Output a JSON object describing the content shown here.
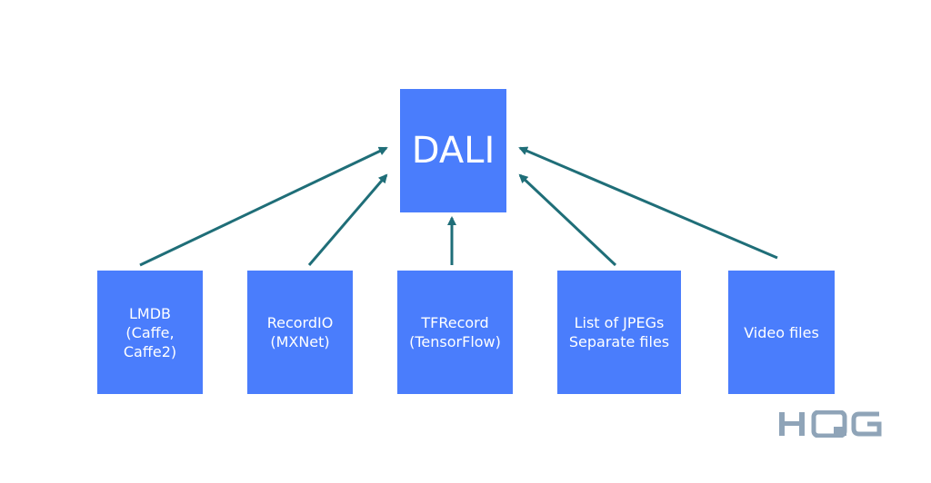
{
  "colors": {
    "box_fill": "#4a7dfc",
    "box_text": "#ffffff",
    "arrow": "#1f6e78",
    "logo": "#8fa4b8",
    "background": "#ffffff"
  },
  "diagram": {
    "target": {
      "label": "DALI"
    },
    "sources": [
      {
        "label": "LMDB\n(Caffe,\nCaffe2)"
      },
      {
        "label": "RecordIO\n(MXNet)"
      },
      {
        "label": "TFRecord\n(TensorFlow)"
      },
      {
        "label": "List of JPEGs\nSeparate files"
      },
      {
        "label": "Video files"
      }
    ]
  },
  "logo": {
    "text": "HQG"
  }
}
